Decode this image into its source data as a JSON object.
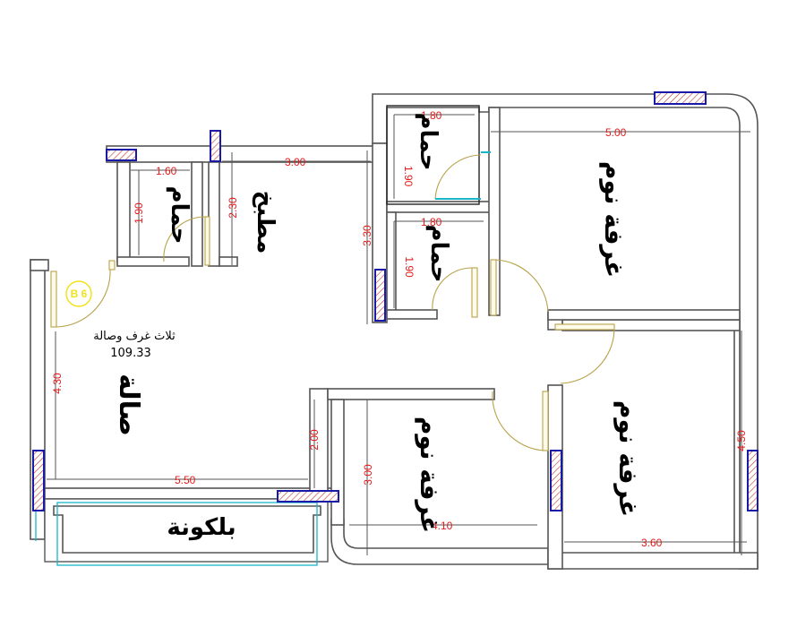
{
  "unit": {
    "badge": "B 6",
    "description": "ثلاث غرف وصالة",
    "area": "109.33"
  },
  "rooms": {
    "bathroom_upper": "حمام",
    "bathroom_middle": "حمام",
    "bathroom_left": "حمام",
    "kitchen": "مطبخ",
    "bedroom_top_right": "غرفة نوم",
    "bedroom_center": "غرفة نوم",
    "bedroom_bottom_right": "غرفة نوم",
    "living_room": "صالة",
    "balcony": "بلكونة"
  },
  "dimensions": {
    "bath_upper_width": "1.80",
    "bath_upper_height": "1.90",
    "bath_middle_width": "1.80",
    "bath_middle_height": "1.90",
    "bath_left_width": "1.60",
    "bath_left_height": "1.90",
    "kitchen_height": "2.30",
    "corridor_width": "3.00",
    "corridor_height": "3.30",
    "bedroom_top_width": "5.00",
    "living_height": "4.30",
    "living_width": "5.50",
    "living_side": "2.00",
    "bedroom_center_height": "3.00",
    "bedroom_center_width": "4.10",
    "bedroom_right_height": "4.50",
    "bedroom_right_width": "3.60"
  },
  "colors": {
    "wall": "#555555",
    "dimension_text": "#e31b1b",
    "window": "#1a1aa8",
    "door": "#b8a24a",
    "badge": "#f2e21a",
    "balcony_rail": "#19b5c9"
  }
}
